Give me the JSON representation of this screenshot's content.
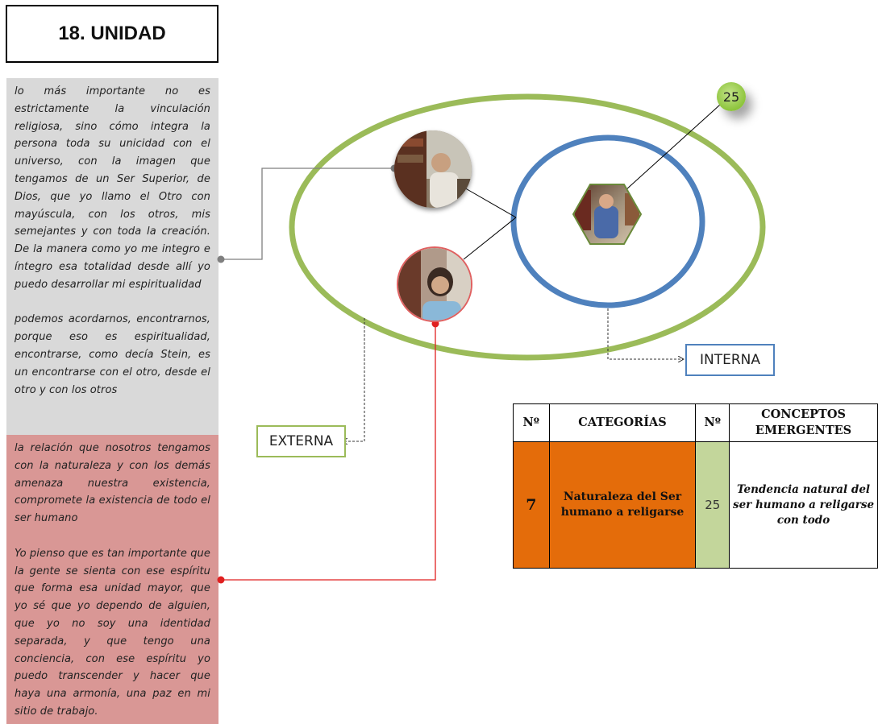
{
  "title": "18. UNIDAD",
  "quotes_gray": [
    "lo más importante no es estrictamente la vinculación religiosa, sino cómo integra la persona toda su unicidad con el universo, con la imagen que tengamos de un Ser Superior, de Dios, que yo llamo el Otro con mayúscula, con los otros, mis semejantes y con toda la creación. De la manera como yo me integro e íntegro esa totalidad desde allí yo puedo desarrollar mi espiritualidad",
    "podemos acordarnos, encontrarnos, porque eso es espiritualidad, encontrarse, como decía Stein, es un encontrarse con el otro, desde el otro y con los otros"
  ],
  "quotes_red": [
    "la relación que nosotros tengamos con la naturaleza y con los demás amenaza nuestra existencia, compromete la existencia de todo el ser humano",
    "Yo pienso que es tan importante que la gente se sienta con ese espíritu que forma esa unidad mayor, que yo sé que yo dependo de alguien, que yo no soy una identidad separada, y que tengo una conciencia, con ese espíritu yo puedo transcender y hacer que haya una armonía, una paz en mi sitio de trabajo."
  ],
  "labels": {
    "externa": "EXTERNA",
    "interna": "INTERNA"
  },
  "badge": "25",
  "colors": {
    "outer_ellipse": "#9bbb59",
    "inner_ellipse": "#4f81bd",
    "gray_panel": "#d9d9d9",
    "red_panel": "#d99795",
    "category_fill": "#e46c0a",
    "number_fill": "#c3d69b",
    "red_connector": "#e02020"
  },
  "table": {
    "headers": [
      "Nº",
      "CATEGORÍAS",
      "Nº",
      "CONCEPTOS EMERGENTES"
    ],
    "row": {
      "num": "7",
      "category": "Naturaleza del Ser humano a religarse",
      "num2": "25",
      "concept": "Tendencia natural del ser humano a religarse con todo"
    }
  },
  "images": [
    "participant-photo-1",
    "participant-photo-2",
    "central-participant-photo"
  ]
}
